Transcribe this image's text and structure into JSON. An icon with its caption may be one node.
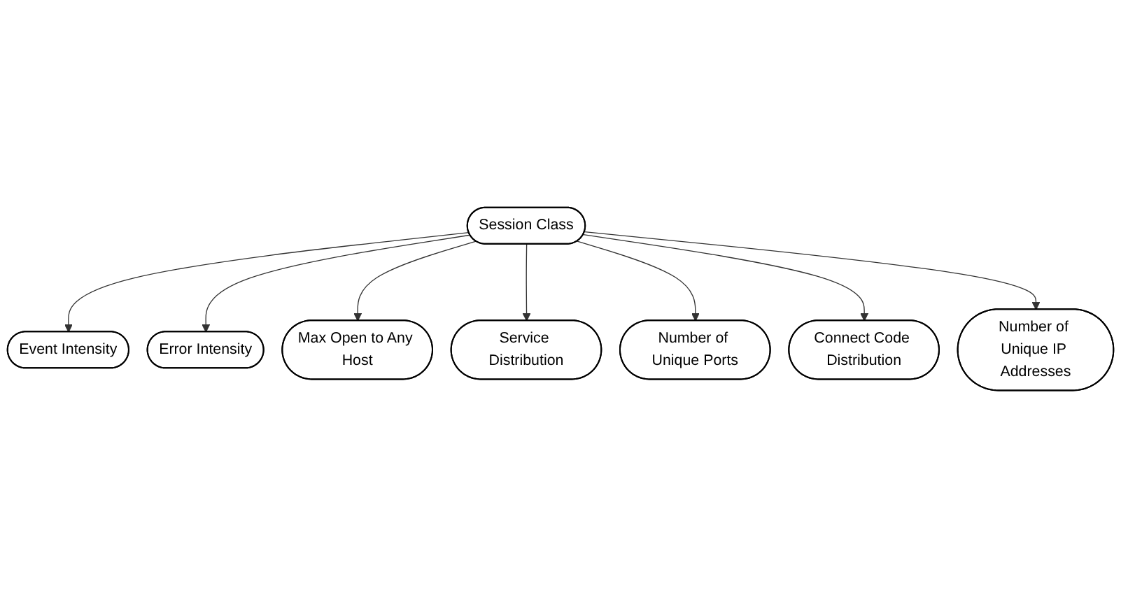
{
  "diagram": {
    "nodes": [
      {
        "text": [
          "Session Class"
        ]
      },
      {
        "text": [
          "Event Intensity"
        ]
      },
      {
        "text": [
          "Error Intensity"
        ]
      },
      {
        "text": [
          "Max Open to Any Host"
        ]
      },
      {
        "text": [
          "Service Distribution"
        ]
      },
      {
        "text": [
          "Number of Unique Ports"
        ]
      },
      {
        "text": [
          "Connect Code Distribution"
        ]
      },
      {
        "text": [
          "Number of Unique IP Addresses"
        ]
      }
    ],
    "edges": [
      {
        "from": 0,
        "to": 1,
        "arrow": "to"
      },
      {
        "from": 0,
        "to": 2,
        "arrow": "to"
      },
      {
        "from": 0,
        "to": 3,
        "arrow": "to"
      },
      {
        "from": 0,
        "to": 4,
        "arrow": "to"
      },
      {
        "from": 0,
        "to": 5,
        "arrow": "to"
      },
      {
        "from": 0,
        "to": 6,
        "arrow": "to"
      },
      {
        "from": 0,
        "to": 7,
        "arrow": "to"
      }
    ]
  }
}
